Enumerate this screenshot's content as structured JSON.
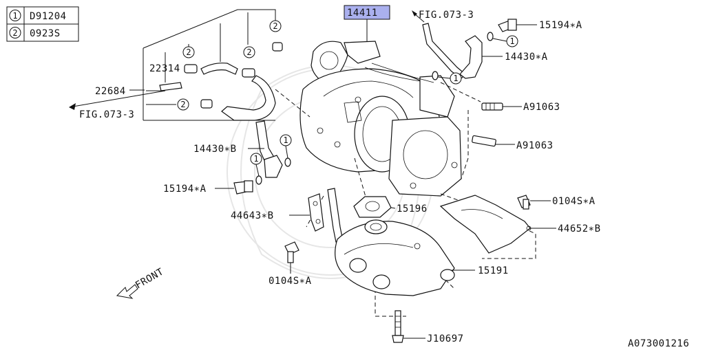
{
  "legend": [
    {
      "mark": "1",
      "code": "D91204"
    },
    {
      "mark": "2",
      "code": "0923S"
    }
  ],
  "labels": {
    "main_part": "14411",
    "fig_top": "FIG.073-3",
    "p15194a_top": "15194∗A",
    "p14430a": "14430∗A",
    "a91063_1": "A91063",
    "a91063_2": "A91063",
    "p22314": "22314",
    "p22684": "22684",
    "fig_left": "FIG.073-3",
    "p14430b": "14430∗B",
    "p15194a_left": "15194∗A",
    "p15196": "15196",
    "p44643b": "44643∗B",
    "p0104sa_right": "0104S∗A",
    "p44652b": "44652∗B",
    "p0104sa_left": "0104S∗A",
    "p15191": "15191",
    "front": "FRONT",
    "p10697": "J10697",
    "diagram_id": "A073001216"
  },
  "callouts": {
    "one": "1",
    "two": "2"
  },
  "colors": {
    "highlight": "#aab0ee",
    "line": "#111111"
  }
}
